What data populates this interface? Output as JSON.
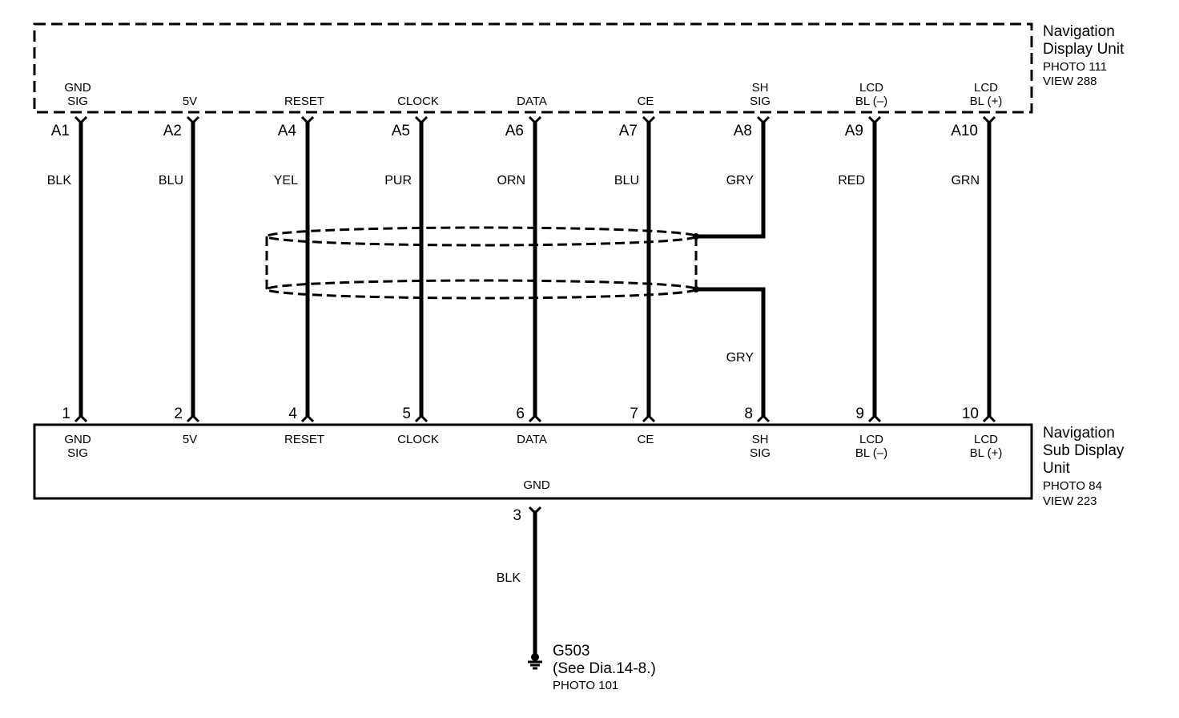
{
  "top_unit": {
    "name_line1": "Navigation",
    "name_line2": "Display Unit",
    "photo": "PHOTO 111",
    "view": "VIEW 288"
  },
  "sub_unit": {
    "name_line1": "Navigation",
    "name_line2": "Sub Display",
    "name_line3": "Unit",
    "photo": "PHOTO 84",
    "view": "VIEW 223",
    "gnd_label": "GND",
    "gnd_pin": "3",
    "gnd_wire_color": "BLK"
  },
  "ground": {
    "id": "G503",
    "ref": "(See Dia.14-8.)",
    "photo": "PHOTO 101"
  },
  "wires": [
    {
      "top_pin": "A1",
      "bottom_pin": "1",
      "sig1": "GND",
      "sig2": "SIG",
      "color": "BLK"
    },
    {
      "top_pin": "A2",
      "bottom_pin": "2",
      "sig1": "5V",
      "sig2": "",
      "color": "BLU"
    },
    {
      "top_pin": "A4",
      "bottom_pin": "4",
      "sig1": "RESET",
      "sig2": "",
      "color": "YEL"
    },
    {
      "top_pin": "A5",
      "bottom_pin": "5",
      "sig1": "CLOCK",
      "sig2": "",
      "color": "PUR"
    },
    {
      "top_pin": "A6",
      "bottom_pin": "6",
      "sig1": "DATA",
      "sig2": "",
      "color": "ORN"
    },
    {
      "top_pin": "A7",
      "bottom_pin": "7",
      "sig1": "CE",
      "sig2": "",
      "color": "BLU"
    },
    {
      "top_pin": "A8",
      "bottom_pin": "8",
      "sig1": "SH",
      "sig2": "SIG",
      "color": "GRY",
      "color2": "GRY"
    },
    {
      "top_pin": "A9",
      "bottom_pin": "9",
      "sig1": "LCD",
      "sig2": "BL (–)",
      "color": "RED"
    },
    {
      "top_pin": "A10",
      "bottom_pin": "10",
      "sig1": "LCD",
      "sig2": "BL (+)",
      "color": "GRN"
    }
  ]
}
